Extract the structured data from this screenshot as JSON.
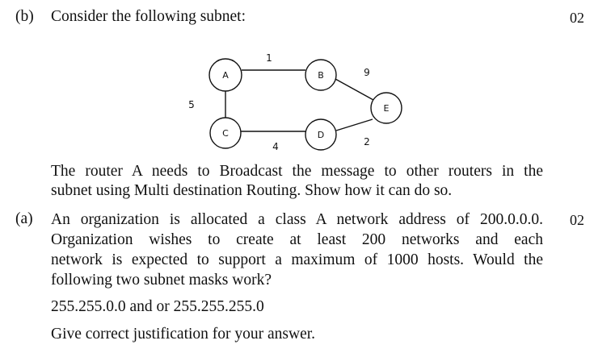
{
  "question_b": {
    "label": "(b)",
    "heading": "Consider the following subnet:",
    "marks": "02",
    "diagram": {
      "nodes": [
        {
          "id": "A",
          "label": "A"
        },
        {
          "id": "B",
          "label": "B"
        },
        {
          "id": "C",
          "label": "C"
        },
        {
          "id": "D",
          "label": "D"
        },
        {
          "id": "E",
          "label": "E"
        }
      ],
      "edges": [
        {
          "from": "A",
          "to": "B",
          "weight": "1"
        },
        {
          "from": "B",
          "to": "E",
          "weight": "9"
        },
        {
          "from": "A",
          "to": "C",
          "weight": "5"
        },
        {
          "from": "C",
          "to": "D",
          "weight": "4"
        },
        {
          "from": "D",
          "to": "E",
          "weight": "2"
        }
      ]
    },
    "body_lines": [
      "The router A needs to Broadcast the message to other routers in the",
      "subnet using Multi destination Routing. Show how it can do so."
    ]
  },
  "question_a": {
    "label": "(a)",
    "marks": "02",
    "body_lines": [
      "An organization is allocated a class A network address of 200.0.0.0.",
      "Organization wishes to create at least 200 networks and each",
      "network is expected to support a maximum of 1000 hosts. Would the",
      "following two subnet masks work?"
    ],
    "masks_line": "255.255.0.0 and or 255.255.255.0",
    "closing_line": "Give correct justification for your answer."
  }
}
